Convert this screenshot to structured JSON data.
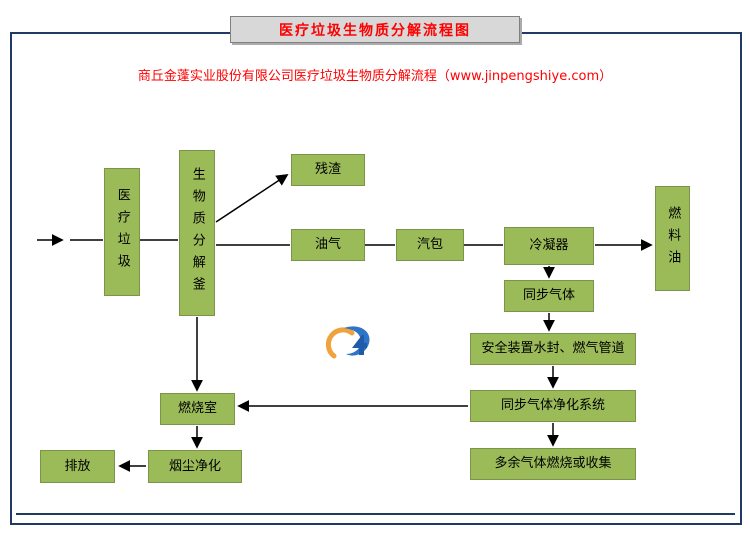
{
  "page": {
    "title": "医疗垃圾生物质分解流程图",
    "subtitle": "商丘金蓬实业股份有限公司医疗垃圾生物质分解流程（www.jinpengshiye.com）"
  },
  "colors": {
    "node_fill": "#9BBB59",
    "node_border": "#7A944A",
    "title_text": "#FF0000",
    "title_box_fill": "#D8D8D8",
    "frame_border": "#1F3A63",
    "arrow": "#000000",
    "logo_blue": "#2E74C8",
    "logo_dark_blue": "#1F5BA8",
    "logo_orange": "#F0A23C"
  },
  "nodes": {
    "medical_waste": "医疗垃圾",
    "biomass_kettle": "生物质分解釜",
    "residue": "残渣",
    "oil_gas": "油气",
    "steam_drum": "汽包",
    "condenser": "冷凝器",
    "fuel_oil": "燃料油",
    "sync_gas": "同步气体",
    "safety_device": "安全装置水封、燃气管道",
    "gas_purify": "同步气体净化系统",
    "excess_gas": "多余气体燃烧或收集",
    "combustion_chamber": "燃烧室",
    "smoke_purify": "烟尘净化",
    "emission": "排放"
  },
  "edges": [
    {
      "from": "inlet",
      "to": "medical_waste"
    },
    {
      "from": "medical_waste",
      "to": "biomass_kettle"
    },
    {
      "from": "biomass_kettle",
      "to": "residue"
    },
    {
      "from": "biomass_kettle",
      "to": "oil_gas"
    },
    {
      "from": "oil_gas",
      "to": "steam_drum"
    },
    {
      "from": "steam_drum",
      "to": "condenser"
    },
    {
      "from": "condenser",
      "to": "fuel_oil"
    },
    {
      "from": "condenser",
      "to": "sync_gas"
    },
    {
      "from": "sync_gas",
      "to": "safety_device"
    },
    {
      "from": "safety_device",
      "to": "gas_purify"
    },
    {
      "from": "gas_purify",
      "to": "excess_gas"
    },
    {
      "from": "gas_purify",
      "to": "combustion_chamber"
    },
    {
      "from": "biomass_kettle",
      "to": "combustion_chamber"
    },
    {
      "from": "combustion_chamber",
      "to": "smoke_purify"
    },
    {
      "from": "smoke_purify",
      "to": "emission"
    }
  ]
}
